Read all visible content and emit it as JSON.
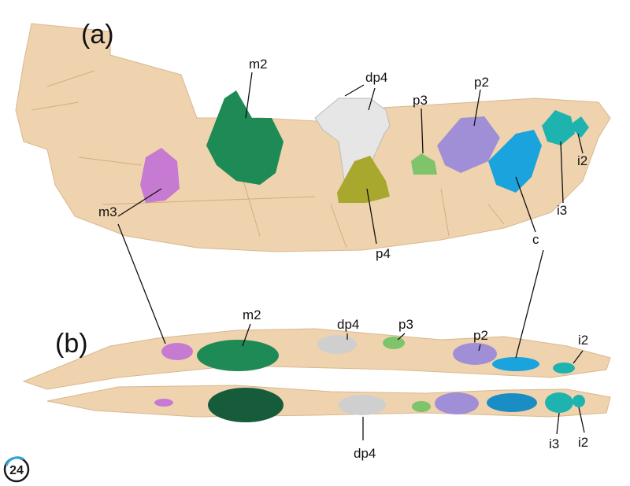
{
  "figure": {
    "panel_a": "(a)",
    "panel_b": "(b)",
    "labels_a": {
      "m2": "m2",
      "dp4": "dp4",
      "p3": "p3",
      "p2": "p2",
      "i2": "i2",
      "i3": "i3",
      "c": "c",
      "p4": "p4",
      "m3": "m3"
    },
    "labels_b": {
      "m2": "m2",
      "dp4_top": "dp4",
      "p3": "p3",
      "p2": "p2",
      "i2_top": "i2",
      "dp4_bottom": "dp4",
      "i3": "i3",
      "i2_bottom": "i2"
    },
    "colors": {
      "bone": "#efd3ae",
      "m3": "#c77ad1",
      "m2": "#1e8a55",
      "dp4": "#e6e6e6",
      "p4": "#a9a82e",
      "p3": "#7dc46a",
      "p2": "#a08fd6",
      "c": "#1aa3dc",
      "i3": "#1fb3b0",
      "i2": "#1fb3b0"
    }
  },
  "logo": {
    "text": "24"
  }
}
